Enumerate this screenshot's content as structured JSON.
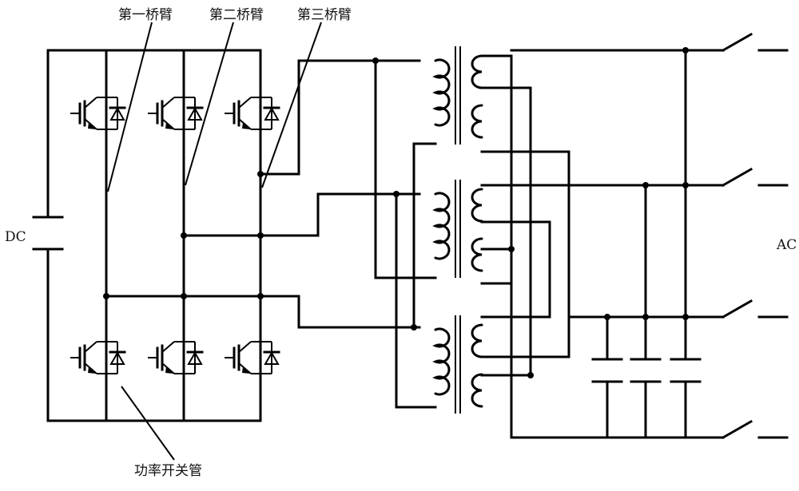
{
  "labels": {
    "leg1": "第一桥臂",
    "leg2": "第二桥臂",
    "leg3": "第三桥臂",
    "dc": "DC",
    "ac": "AC",
    "switch": "功率开关管"
  },
  "colors": {
    "line": "#000000",
    "background": "#ffffff",
    "text": "#111111"
  }
}
